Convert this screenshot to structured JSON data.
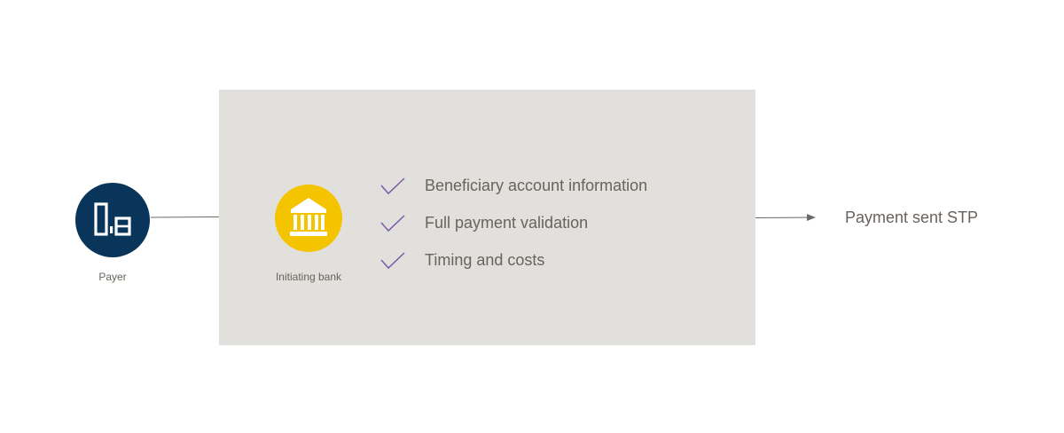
{
  "nodes": {
    "payer": {
      "label": "Payer",
      "color": "#083559",
      "icon": "building-icon"
    },
    "initiating_bank": {
      "label": "Initiating bank",
      "color": "#f5c400",
      "icon": "bank-icon"
    }
  },
  "checklist": {
    "check_color": "#7b5aa6",
    "items": [
      {
        "label": "Beneficiary account information",
        "icon": "check-icon"
      },
      {
        "label": "Full payment validation",
        "icon": "check-icon"
      },
      {
        "label": "Timing and costs",
        "icon": "check-icon"
      }
    ]
  },
  "outcome": {
    "label": "Payment sent STP"
  },
  "colors": {
    "panel": "#e2e0dc",
    "text": "#6a625c",
    "arrow": "#6e6a66"
  }
}
